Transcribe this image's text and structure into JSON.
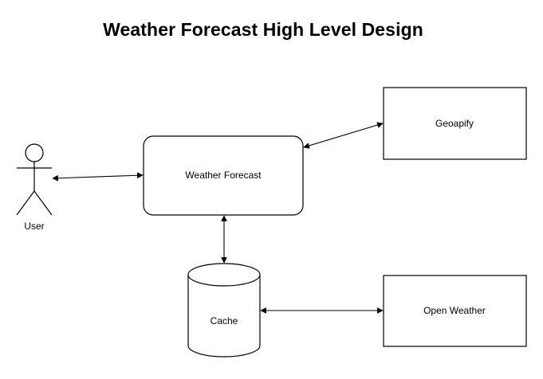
{
  "diagram": {
    "title": "Weather Forecast High Level Design",
    "nodes": {
      "user": {
        "label": "User",
        "shape": "actor"
      },
      "weather_forecast": {
        "label": "Weather Forecast",
        "shape": "rounded-rectangle"
      },
      "geoapify": {
        "label": "Geoapify",
        "shape": "rectangle"
      },
      "cache": {
        "label": "Cache",
        "shape": "cylinder"
      },
      "open_weather": {
        "label": "Open Weather",
        "shape": "rectangle"
      }
    },
    "edges": [
      {
        "from": "user",
        "to": "weather_forecast",
        "direction": "both"
      },
      {
        "from": "weather_forecast",
        "to": "geoapify",
        "direction": "both"
      },
      {
        "from": "weather_forecast",
        "to": "cache",
        "direction": "both"
      },
      {
        "from": "cache",
        "to": "open_weather",
        "direction": "both"
      }
    ],
    "colors": {
      "stroke": "#000000",
      "fill": "#ffffff"
    }
  }
}
